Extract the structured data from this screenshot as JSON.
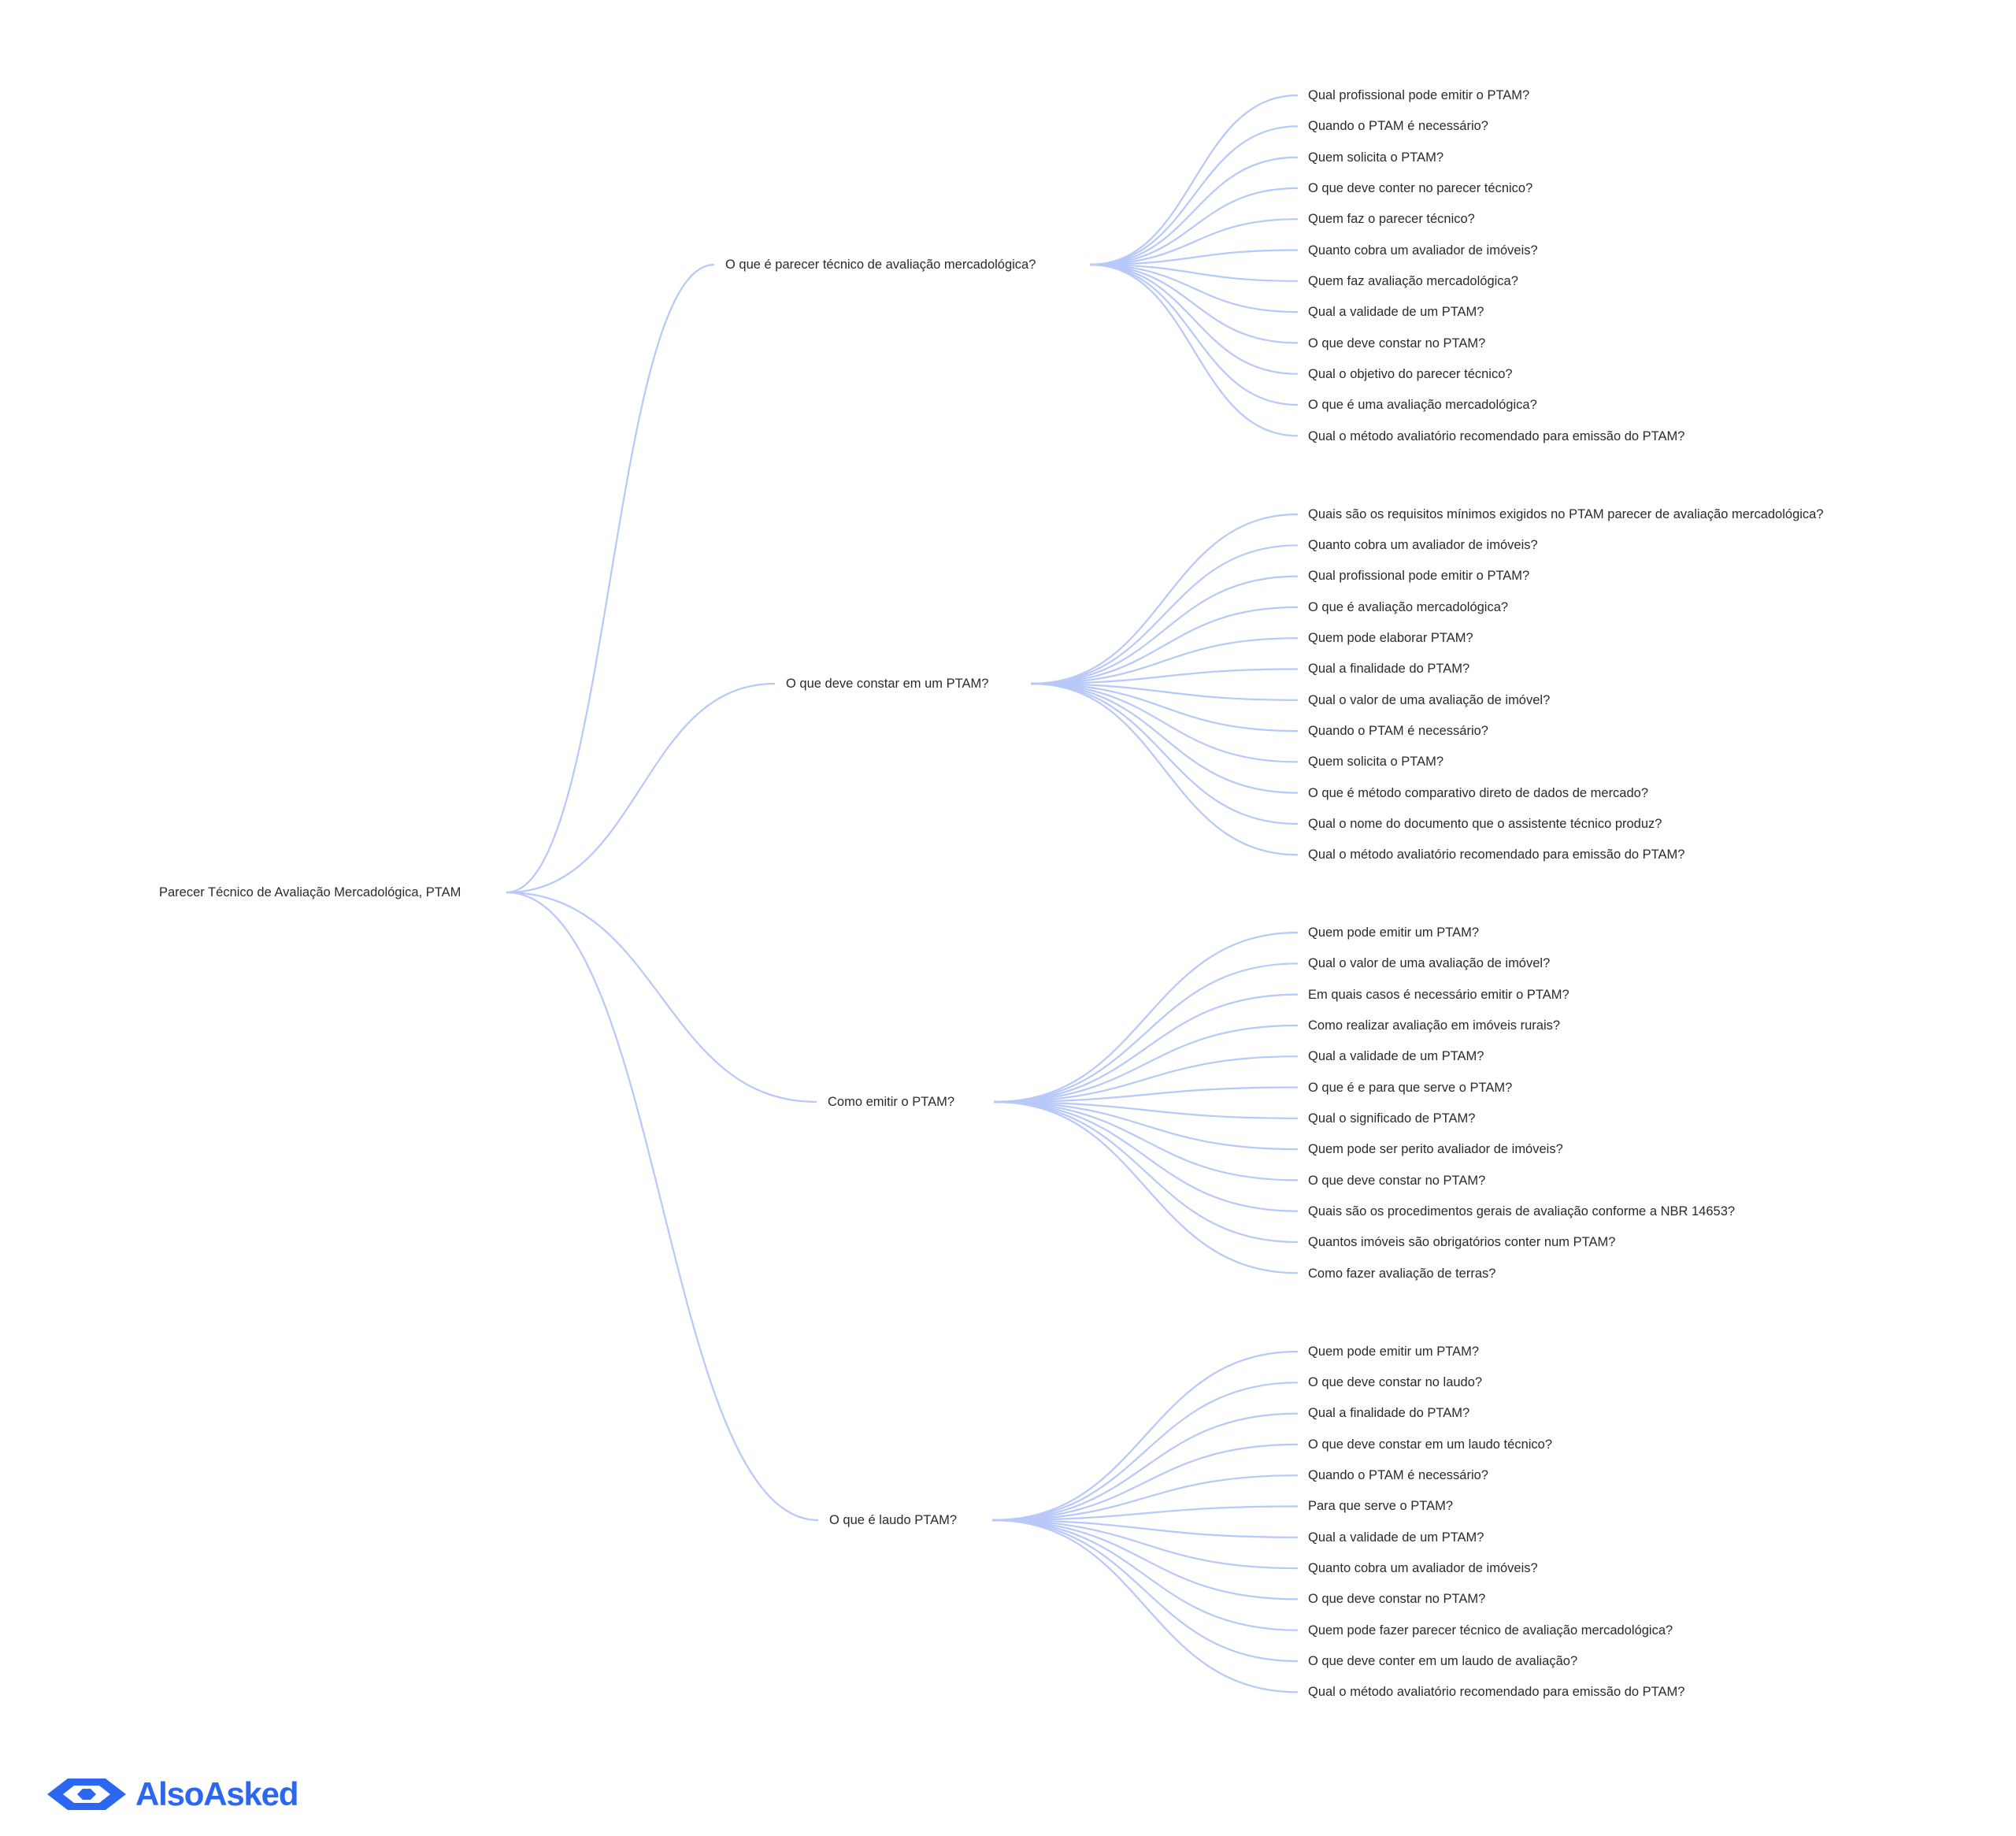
{
  "root": {
    "label": "Parecer Técnico de Avaliação Mercadológica, PTAM"
  },
  "branches": [
    {
      "label": "O que é parecer técnico de avaliação mercadológica?",
      "children": [
        "Qual profissional pode emitir o PTAM?",
        "Quando o PTAM é necessário?",
        "Quem solicita o PTAM?",
        "O que deve conter no parecer técnico?",
        "Quem faz o parecer técnico?",
        "Quanto cobra um avaliador de imóveis?",
        "Quem faz avaliação mercadológica?",
        "Qual a validade de um PTAM?",
        "O que deve constar no PTAM?",
        "Qual o objetivo do parecer técnico?",
        "O que é uma avaliação mercadológica?",
        "Qual o método avaliatório recomendado para emissão do PTAM?"
      ]
    },
    {
      "label": "O que deve constar em um PTAM?",
      "children": [
        "Quais são os requisitos mínimos exigidos no PTAM parecer de avaliação mercadológica?",
        "Quanto cobra um avaliador de imóveis?",
        "Qual profissional pode emitir o PTAM?",
        "O que é avaliação mercadológica?",
        "Quem pode elaborar PTAM?",
        "Qual a finalidade do PTAM?",
        "Qual o valor de uma avaliação de imóvel?",
        "Quando o PTAM é necessário?",
        "Quem solicita o PTAM?",
        "O que é método comparativo direto de dados de mercado?",
        "Qual o nome do documento que o assistente técnico produz?",
        "Qual o método avaliatório recomendado para emissão do PTAM?"
      ]
    },
    {
      "label": "Como emitir o PTAM?",
      "children": [
        "Quem pode emitir um PTAM?",
        "Qual o valor de uma avaliação de imóvel?",
        "Em quais casos é necessário emitir o PTAM?",
        "Como realizar avaliação em imóveis rurais?",
        "Qual a validade de um PTAM?",
        "O que é e para que serve o PTAM?",
        "Qual o significado de PTAM?",
        "Quem pode ser perito avaliador de imóveis?",
        "O que deve constar no PTAM?",
        "Quais são os procedimentos gerais de avaliação conforme a NBR 14653?",
        "Quantos imóveis são obrigatórios conter num PTAM?",
        "Como fazer avaliação de terras?"
      ]
    },
    {
      "label": "O que é laudo PTAM?",
      "children": [
        "Quem pode emitir um PTAM?",
        "O que deve constar no laudo?",
        "Qual a finalidade do PTAM?",
        "O que deve constar em um laudo técnico?",
        "Quando o PTAM é necessário?",
        "Para que serve o PTAM?",
        "Qual a validade de um PTAM?",
        "Quanto cobra um avaliador de imóveis?",
        "O que deve constar no PTAM?",
        "Quem pode fazer parecer técnico de avaliação mercadológica?",
        "O que deve conter em um laudo de avaliação?",
        "Qual o método avaliatório recomendado para emissão do PTAM?"
      ]
    }
  ],
  "logo": {
    "text": "AlsoAsked",
    "color": "#2b67f0"
  },
  "colors": {
    "connector": "#b7c8f9",
    "text": "#2b2b2b"
  }
}
